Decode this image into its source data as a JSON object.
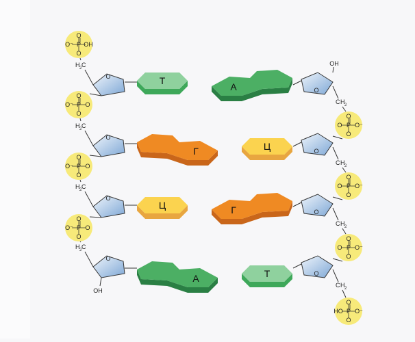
{
  "colors": {
    "thymine_top": "#8fd19e",
    "thymine_side": "#3ea85a",
    "adenine_top": "#4caf64",
    "adenine_side": "#2a7f44",
    "guanine_top": "#ef8a23",
    "guanine_side": "#c9661a",
    "cytosine_top": "#fbd34f",
    "cytosine_side": "#e8a640",
    "phosphate": "#f7ea7a",
    "sugar_light": "#eef4fb",
    "sugar_dark": "#7fa8d6"
  },
  "atoms": {
    "oxygen": "O",
    "oxygen_minus": "O⁻",
    "phosphorus": "P",
    "hydroxyl": "OH",
    "hydroxyl_left": "HO",
    "carbon": "C",
    "hydrogen": "H",
    "h_sub": "2"
  },
  "left_strand": {
    "bases": [
      {
        "label": "Т",
        "type": "thymine"
      },
      {
        "label": "Г",
        "type": "guanine"
      },
      {
        "label": "Ц",
        "type": "cytosine"
      },
      {
        "label": "А",
        "type": "adenine"
      }
    ]
  },
  "right_strand": {
    "bases": [
      {
        "label": "А",
        "type": "adenine"
      },
      {
        "label": "Ц",
        "type": "cytosine"
      },
      {
        "label": "Г",
        "type": "guanine"
      },
      {
        "label": "Т",
        "type": "thymine"
      }
    ]
  }
}
